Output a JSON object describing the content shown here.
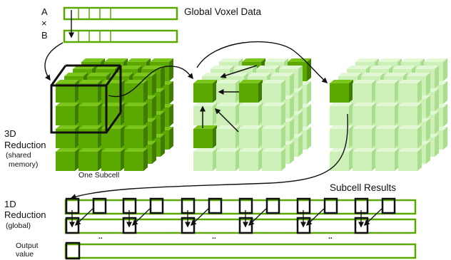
{
  "labels": {
    "a": "A",
    "times": "×",
    "b": "B",
    "global_voxel_data": "Global Voxel Data",
    "reduction_3d_line1": "3D",
    "reduction_3d_line2": "Reduction",
    "reduction_3d_note1": "(shared",
    "reduction_3d_note2": "memory)",
    "one_subcell": "One Subcell",
    "subcell_results": "Subcell Results",
    "reduction_1d_line1": "1D",
    "reduction_1d_line2": "Reduction",
    "reduction_1d_note": "(global)",
    "output_value_line1": "Output",
    "output_value_line2": "value",
    "ellipsis": ".."
  },
  "colors": {
    "dark_green": "#5aa800",
    "dark_green_side": "#3f7c00",
    "dark_green_top": "#7cc61c",
    "light_green": "#cdf0b8",
    "light_green_side": "#a9de8c",
    "light_green_top": "#e2f7d4",
    "bar_stroke": "#5aa800",
    "black": "#111111"
  }
}
